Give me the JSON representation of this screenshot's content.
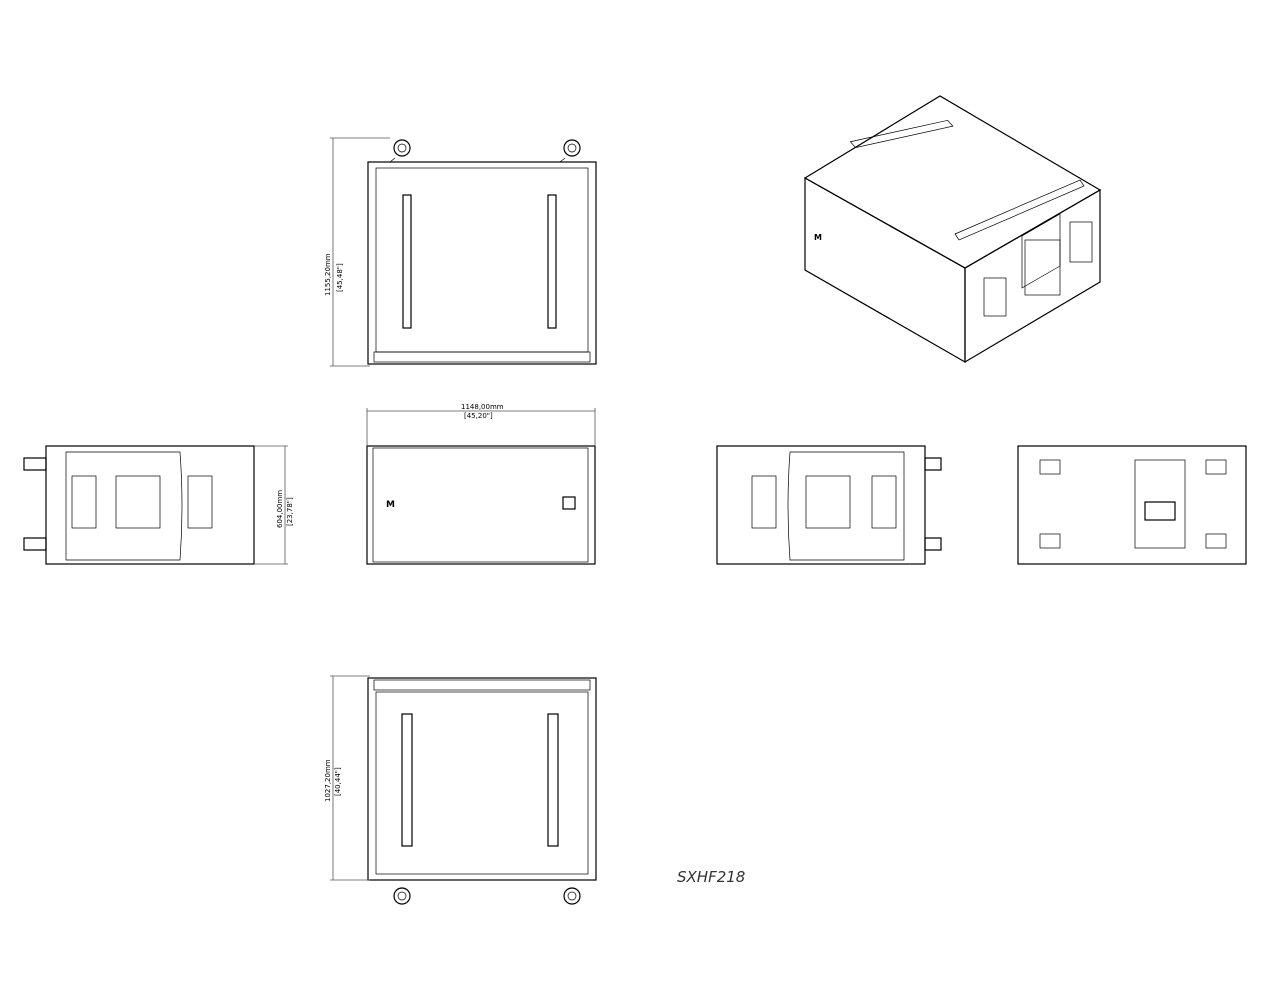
{
  "model": "SXHF218",
  "dimensions": {
    "top_depth": {
      "mm": "1155,20mm",
      "in": "[45,48\"]"
    },
    "width": {
      "mm": "1148,00mm",
      "in": "[45,20\"]"
    },
    "height": {
      "mm": "604,00mm",
      "in": "[23,78\"]"
    },
    "bottom_depth": {
      "mm": "1027,20mm",
      "in": "[40,44\"]"
    }
  },
  "views": [
    "top-view",
    "isometric-view",
    "side-view-left",
    "front-view",
    "side-view-right",
    "rear-view",
    "bottom-view"
  ]
}
